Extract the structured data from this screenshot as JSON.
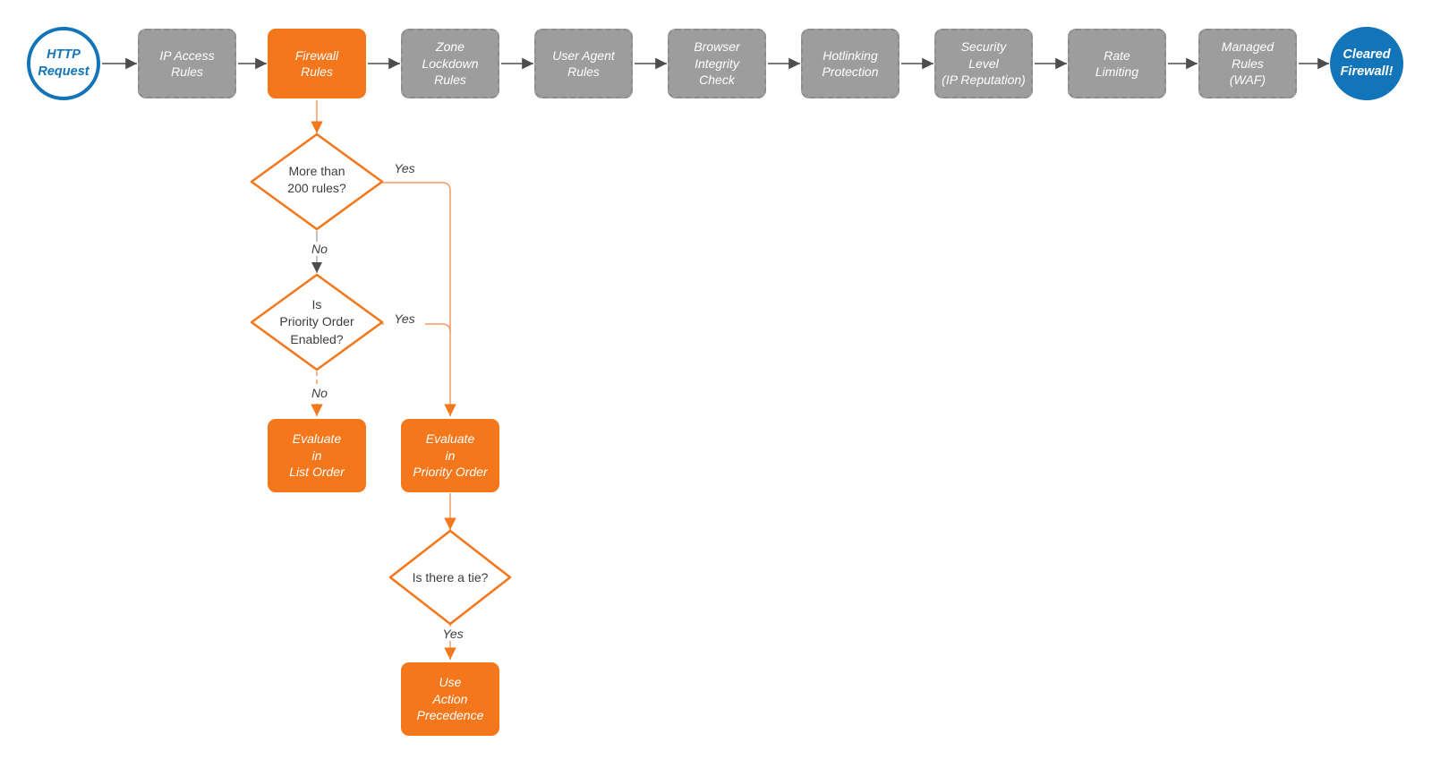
{
  "colors": {
    "orange_node": "#F4771B",
    "orange_line": "#F79A63",
    "gray_node": "#9D9D9D",
    "gray_node_border": "#8C8C8C",
    "blue_terminator": "#1274B9",
    "dark_arrow": "#4D4D4D",
    "text_dark": "#3D3D3D",
    "node_text": "#FFFFFF"
  },
  "pipeline": {
    "start": {
      "label": "HTTP\nRequest"
    },
    "stages": [
      {
        "label": "IP Access\nRules"
      },
      {
        "label": "Firewall\nRules"
      },
      {
        "label": "Zone\nLockdown\nRules"
      },
      {
        "label": "User Agent\nRules"
      },
      {
        "label": "Browser\nIntegrity\nCheck"
      },
      {
        "label": "Hotlinking\nProtection"
      },
      {
        "label": "Security\nLevel\n(IP Reputation)"
      },
      {
        "label": "Rate\nLimiting"
      },
      {
        "label": "Managed\nRules\n(WAF)"
      }
    ],
    "end": {
      "label": "Cleared\nFirewall!"
    }
  },
  "subflow": {
    "decision_rules_count": {
      "question": "More than\n200 rules?",
      "yes": "Yes",
      "no": "No"
    },
    "decision_priority_order": {
      "question": "Is\nPriority Order\nEnabled?",
      "yes": "Yes",
      "no": "No"
    },
    "evaluate_list_order": {
      "label": "Evaluate\nin\nList Order"
    },
    "evaluate_priority_order": {
      "label": "Evaluate\nin\nPriority Order"
    },
    "decision_tie": {
      "question": "Is there a tie?",
      "yes": "Yes"
    },
    "use_action_precedence": {
      "label": "Use\nAction\nPrecedence"
    }
  }
}
